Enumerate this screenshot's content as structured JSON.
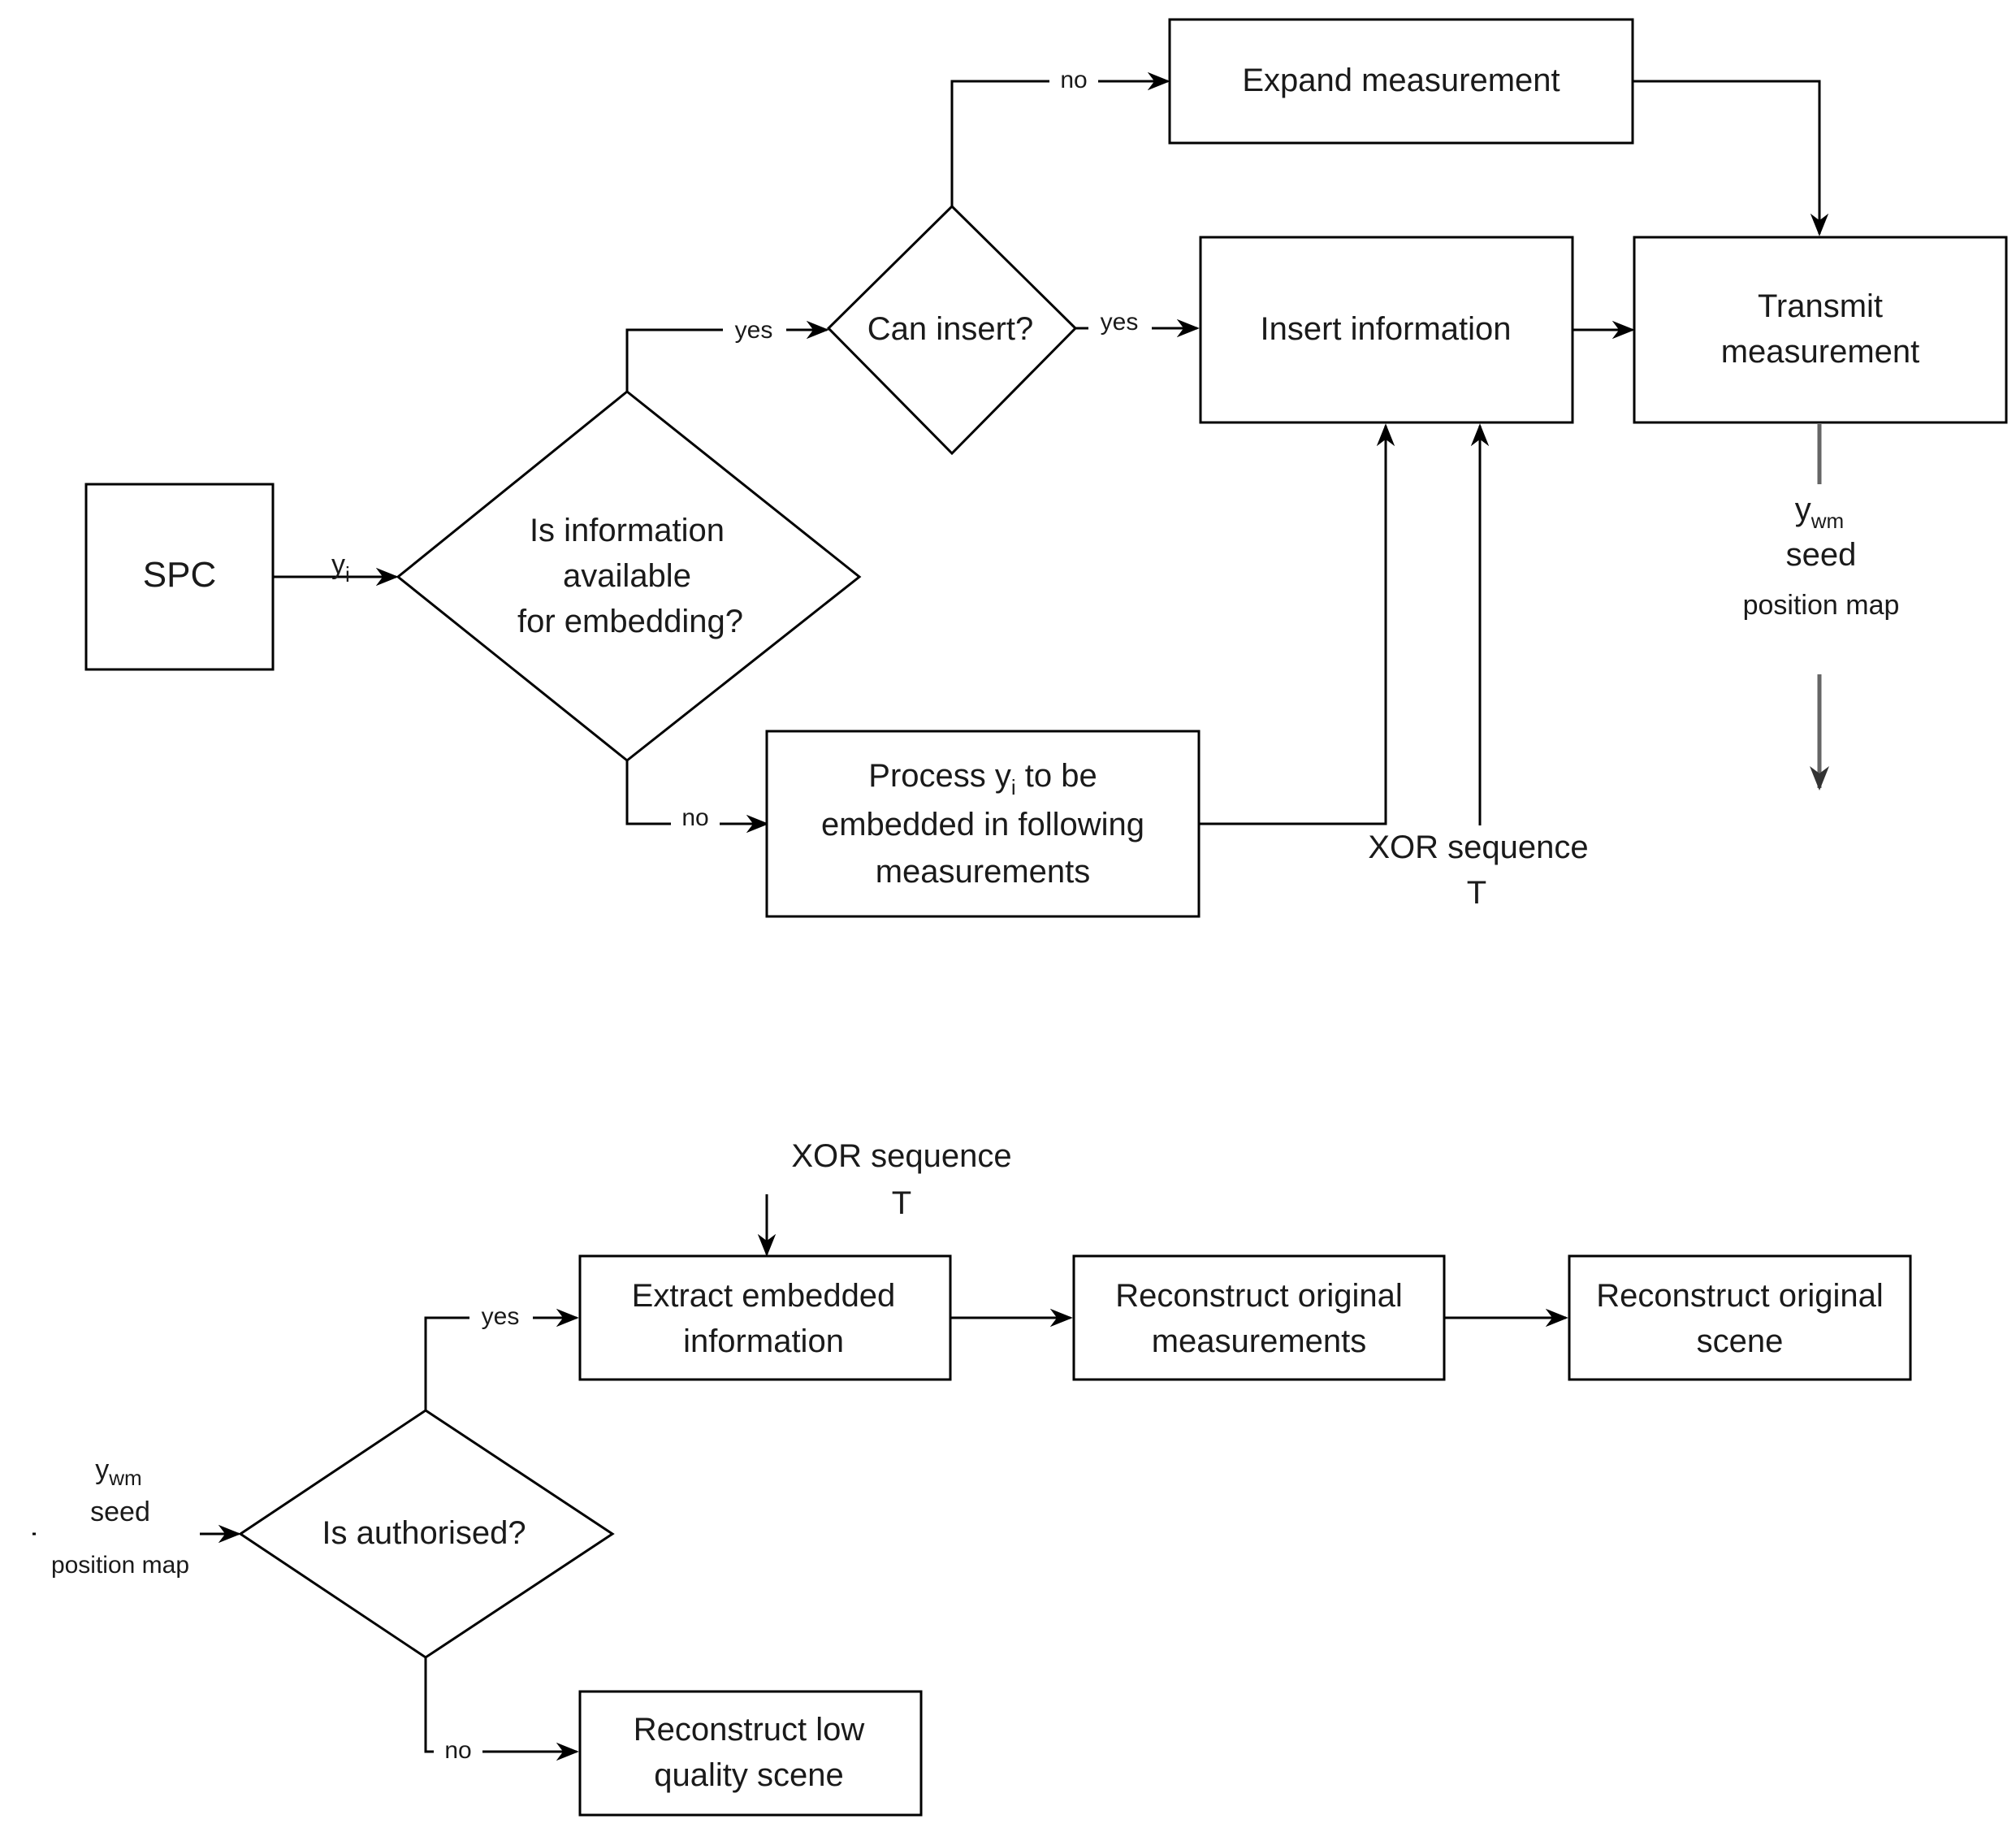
{
  "encoder": {
    "spc": "SPC",
    "input_label": {
      "base": "y",
      "sub": "i"
    },
    "decision_available": [
      "Is information",
      "available",
      "for embedding?"
    ],
    "decision_can_insert": "Can insert?",
    "expand": "Expand measurement",
    "insert": "Insert information",
    "transmit": [
      "Transmit",
      "measurement"
    ],
    "process": {
      "line1_pre": "Process y",
      "line1_sub": "i",
      "line1_post": " to be",
      "line2": "embedded in following",
      "line3": "measurements"
    },
    "xor": [
      "XOR sequence",
      "T"
    ],
    "output": {
      "base": "y",
      "sub": "wm",
      "line2": "seed",
      "line3": "position map"
    }
  },
  "decoder": {
    "input": {
      "base": "y",
      "sub": "wm",
      "line2": "seed",
      "line3": "position map"
    },
    "decision_authorised": "Is authorised?",
    "extract": [
      "Extract embedded",
      "information"
    ],
    "reconstruct_measurements": [
      "Reconstruct original",
      "measurements"
    ],
    "reconstruct_scene": [
      "Reconstruct original",
      "scene"
    ],
    "low_quality": [
      "Reconstruct low",
      "quality scene"
    ],
    "xor": [
      "XOR sequence",
      "T"
    ]
  },
  "edge_labels": {
    "yes": "yes",
    "no": "no"
  },
  "colors": {
    "stroke": "#000000",
    "output_arrow": "#666666",
    "text": "#1a1a1a"
  }
}
